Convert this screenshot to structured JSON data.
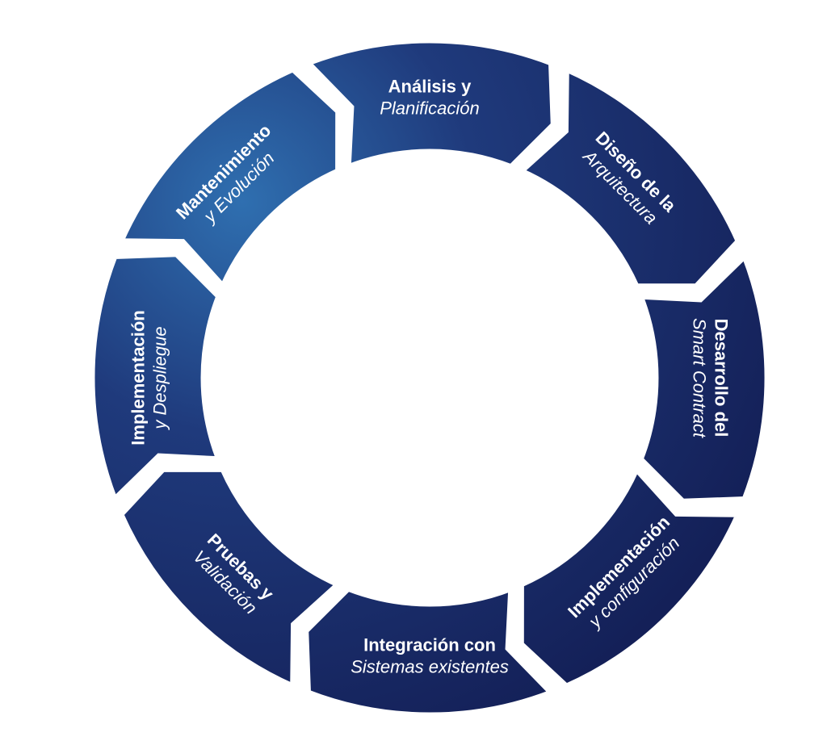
{
  "diagram": {
    "colors": {
      "segment_dark": "#131e55",
      "segment_mid": "#1f3a7c",
      "segment_light": "#2f6fb0",
      "gap": "#ffffff",
      "text": "#ffffff"
    },
    "stages": [
      {
        "title": "Análisis y",
        "subtitle": "Planificación"
      },
      {
        "title": "Diseño de la",
        "subtitle": "Arquitectura"
      },
      {
        "title": "Desarrollo del",
        "subtitle": "Smart Contract"
      },
      {
        "title": "Implementación",
        "subtitle": "y configuración"
      },
      {
        "title": "Integración con",
        "subtitle": "Sistemas existentes"
      },
      {
        "title": "Pruebas y",
        "subtitle": "Validación"
      },
      {
        "title": "Implementación",
        "subtitle": "y Despliegue"
      },
      {
        "title": "Mantenimiento",
        "subtitle": "y Evolución"
      }
    ]
  }
}
